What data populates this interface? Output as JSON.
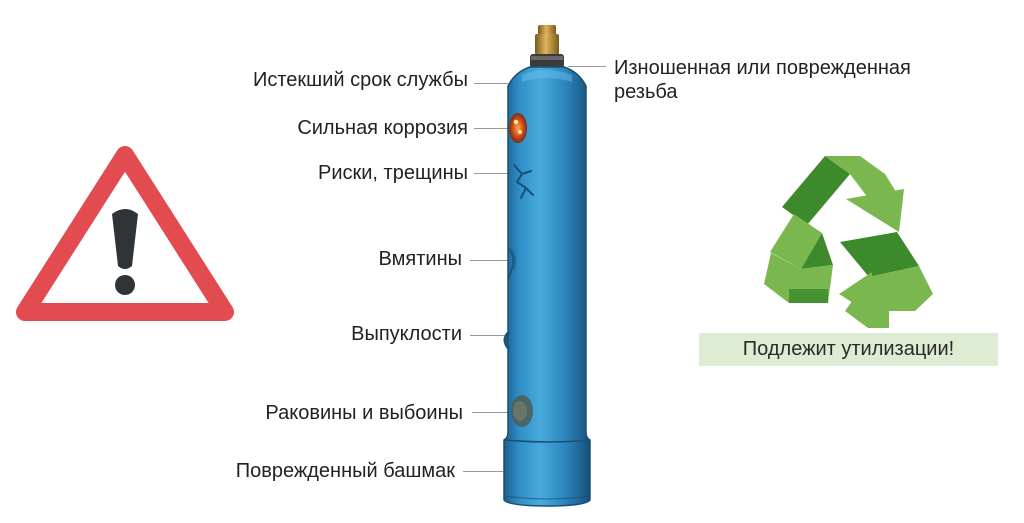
{
  "defects_left": [
    "Истекший срок службы",
    "Сильная коррозия",
    "Риски, трещины",
    "Вмятины",
    "Выпуклости",
    "Раковины и выбоины",
    "Поврежденный башмак"
  ],
  "defect_right": {
    "line1": "Изношенная или поврежденная",
    "line2": "резьба"
  },
  "recycle_badge": "Подлежит утилизации!",
  "colors": {
    "warning_red": "#e24b4f",
    "cylinder_blue": "#2e8fc4",
    "recycle_light": "#7ab84f",
    "recycle_dark": "#3d8a2c",
    "badge_bg": "#ddecd2"
  }
}
